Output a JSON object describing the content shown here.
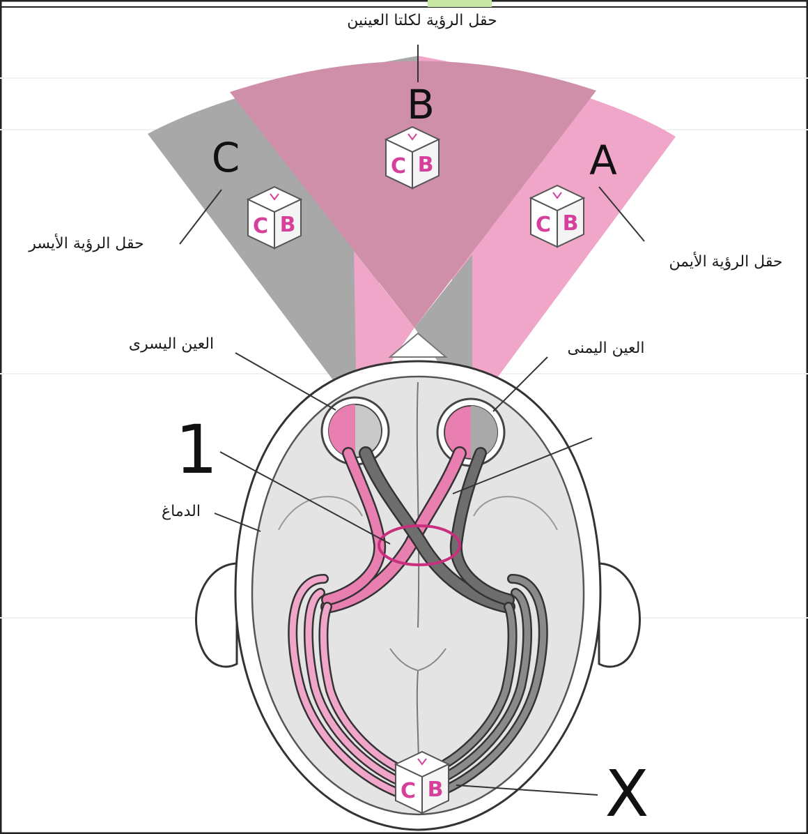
{
  "labels": {
    "both_eyes_field": "حقل الرؤية لكلتا العينين",
    "left_field": "حقل الرؤية الأيسر",
    "right_field": "حقل الرؤية الأيمن",
    "left_eye": "العين اليسرى",
    "right_eye": "العين اليمنى",
    "brain": "الدماغ"
  },
  "letters": {
    "a": "A",
    "b": "B",
    "c": "C",
    "one": "1",
    "x": "X"
  },
  "cube": {
    "left_face": "C",
    "right_face": "B"
  },
  "colors": {
    "pink_light": "#f0a6c8",
    "pink_mid": "#cf8fa9",
    "gray_field": "#a8a8a8",
    "optic_pink": "#e87fb0",
    "optic_gray": "#6e6e6e",
    "chiasm_ring": "#c8307e"
  }
}
